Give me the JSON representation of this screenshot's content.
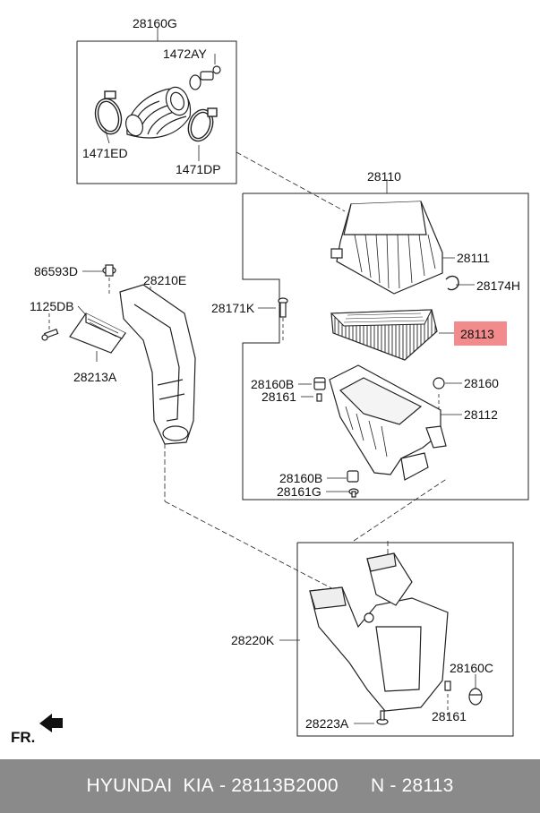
{
  "labels": {
    "hose_assembly": "28160G",
    "clamp_bolt": "1472AY",
    "clamp_left": "1471ED",
    "clamp_right": "1471DP",
    "cleaner_assembly": "28110",
    "upper_cover": "28111",
    "clip": "28174H",
    "filter_element": "28113",
    "bolt_28171k": "28171K",
    "grommet_upper": "28160B",
    "pin_upper": "28161",
    "grommet_right": "28160",
    "lower_body": "28112",
    "grommet_lower": "28160B",
    "pin_lower": "28161G",
    "fastener": "86593D",
    "bolt_1125db": "1125DB",
    "bracket": "28213A",
    "air_duct": "28210E",
    "resonator": "28220K",
    "grommet_c": "28160C",
    "pin_resonator": "28161",
    "bolt_28223a": "28223A"
  },
  "direction_label": "FR.",
  "footer": {
    "brand": "HYUNDAI  KIA",
    "part_number": "28113B2000",
    "ref": "N - 28113"
  },
  "highlight_color": "#f28b8b"
}
